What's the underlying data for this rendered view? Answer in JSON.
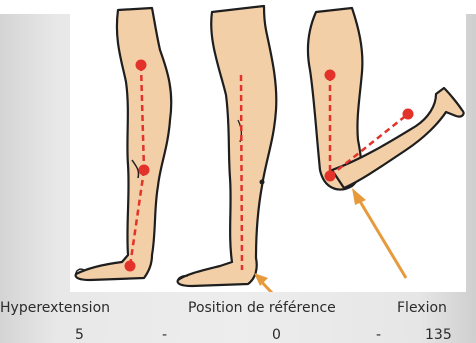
{
  "colors": {
    "skin": "#f3cfa8",
    "outline": "#1e1e1e",
    "axis_line": "#e2322a",
    "arrow": "#e79a3c",
    "background": "#ebebeb"
  },
  "labels": {
    "hyperextension": "Hyperextension",
    "reference": "Position de référence",
    "flexion": "Flexion"
  },
  "values": {
    "hyperextension": "5",
    "reference": "0",
    "flexion": "135",
    "separator": "-"
  }
}
